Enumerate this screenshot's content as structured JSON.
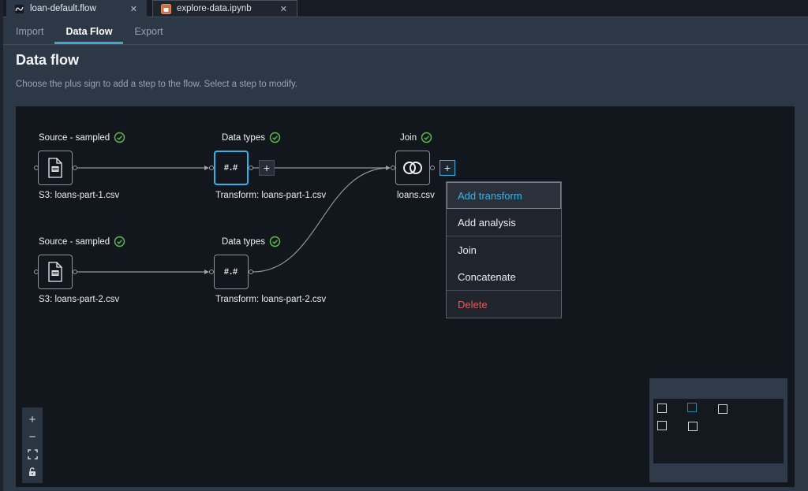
{
  "window": {
    "tabs": [
      {
        "title": "loan-default.flow",
        "icon": "flow-file-icon",
        "close_glyph": "✕",
        "active": true
      },
      {
        "title": "explore-data.ipynb",
        "icon": "notebook-icon",
        "close_glyph": "✕",
        "active": false
      }
    ],
    "nav": {
      "items": [
        {
          "label": "Import",
          "active": false
        },
        {
          "label": "Data Flow",
          "active": true
        },
        {
          "label": "Export",
          "active": false
        }
      ]
    }
  },
  "page": {
    "title": "Data flow",
    "subtitle": "Choose the plus sign to add a step to the flow. Select a step to modify."
  },
  "flow": {
    "add_button_glyph": "+",
    "nodes": [
      {
        "id": "source-1",
        "label": "Source - sampled",
        "caption": "S3: loans-part-1.csv",
        "type": "source",
        "status": "complete",
        "selected": false
      },
      {
        "id": "datatypes-1",
        "label": "Data types",
        "caption": "Transform: loans-part-1.csv",
        "type": "datatypes",
        "glyph": "#.#",
        "status": "complete",
        "selected": true
      },
      {
        "id": "join-1",
        "label": "Join",
        "caption": "loans.csv",
        "type": "join",
        "status": "complete",
        "selected": false
      },
      {
        "id": "source-2",
        "label": "Source - sampled",
        "caption": "S3: loans-part-2.csv",
        "type": "source",
        "status": "complete",
        "selected": false
      },
      {
        "id": "datatypes-2",
        "label": "Data types",
        "caption": "Transform: loans-part-2.csv",
        "type": "datatypes",
        "glyph": "#.#",
        "status": "complete",
        "selected": false
      }
    ]
  },
  "context_menu": {
    "items": [
      {
        "label": "Add transform",
        "state": "highlighted"
      },
      {
        "label": "Add analysis",
        "state": "normal"
      },
      {
        "label": "Join",
        "state": "normal"
      },
      {
        "label": "Concatenate",
        "state": "normal"
      },
      {
        "label": "Delete",
        "state": "danger"
      }
    ]
  },
  "zoom_controls": {
    "zoom_in_glyph": "+",
    "zoom_out_glyph": "−"
  },
  "colors": {
    "accent": "#36b2e8",
    "success": "#5ec04c",
    "danger": "#e25c5c",
    "canvas_bg": "#12161d",
    "chrome_bg": "#2d3847"
  }
}
